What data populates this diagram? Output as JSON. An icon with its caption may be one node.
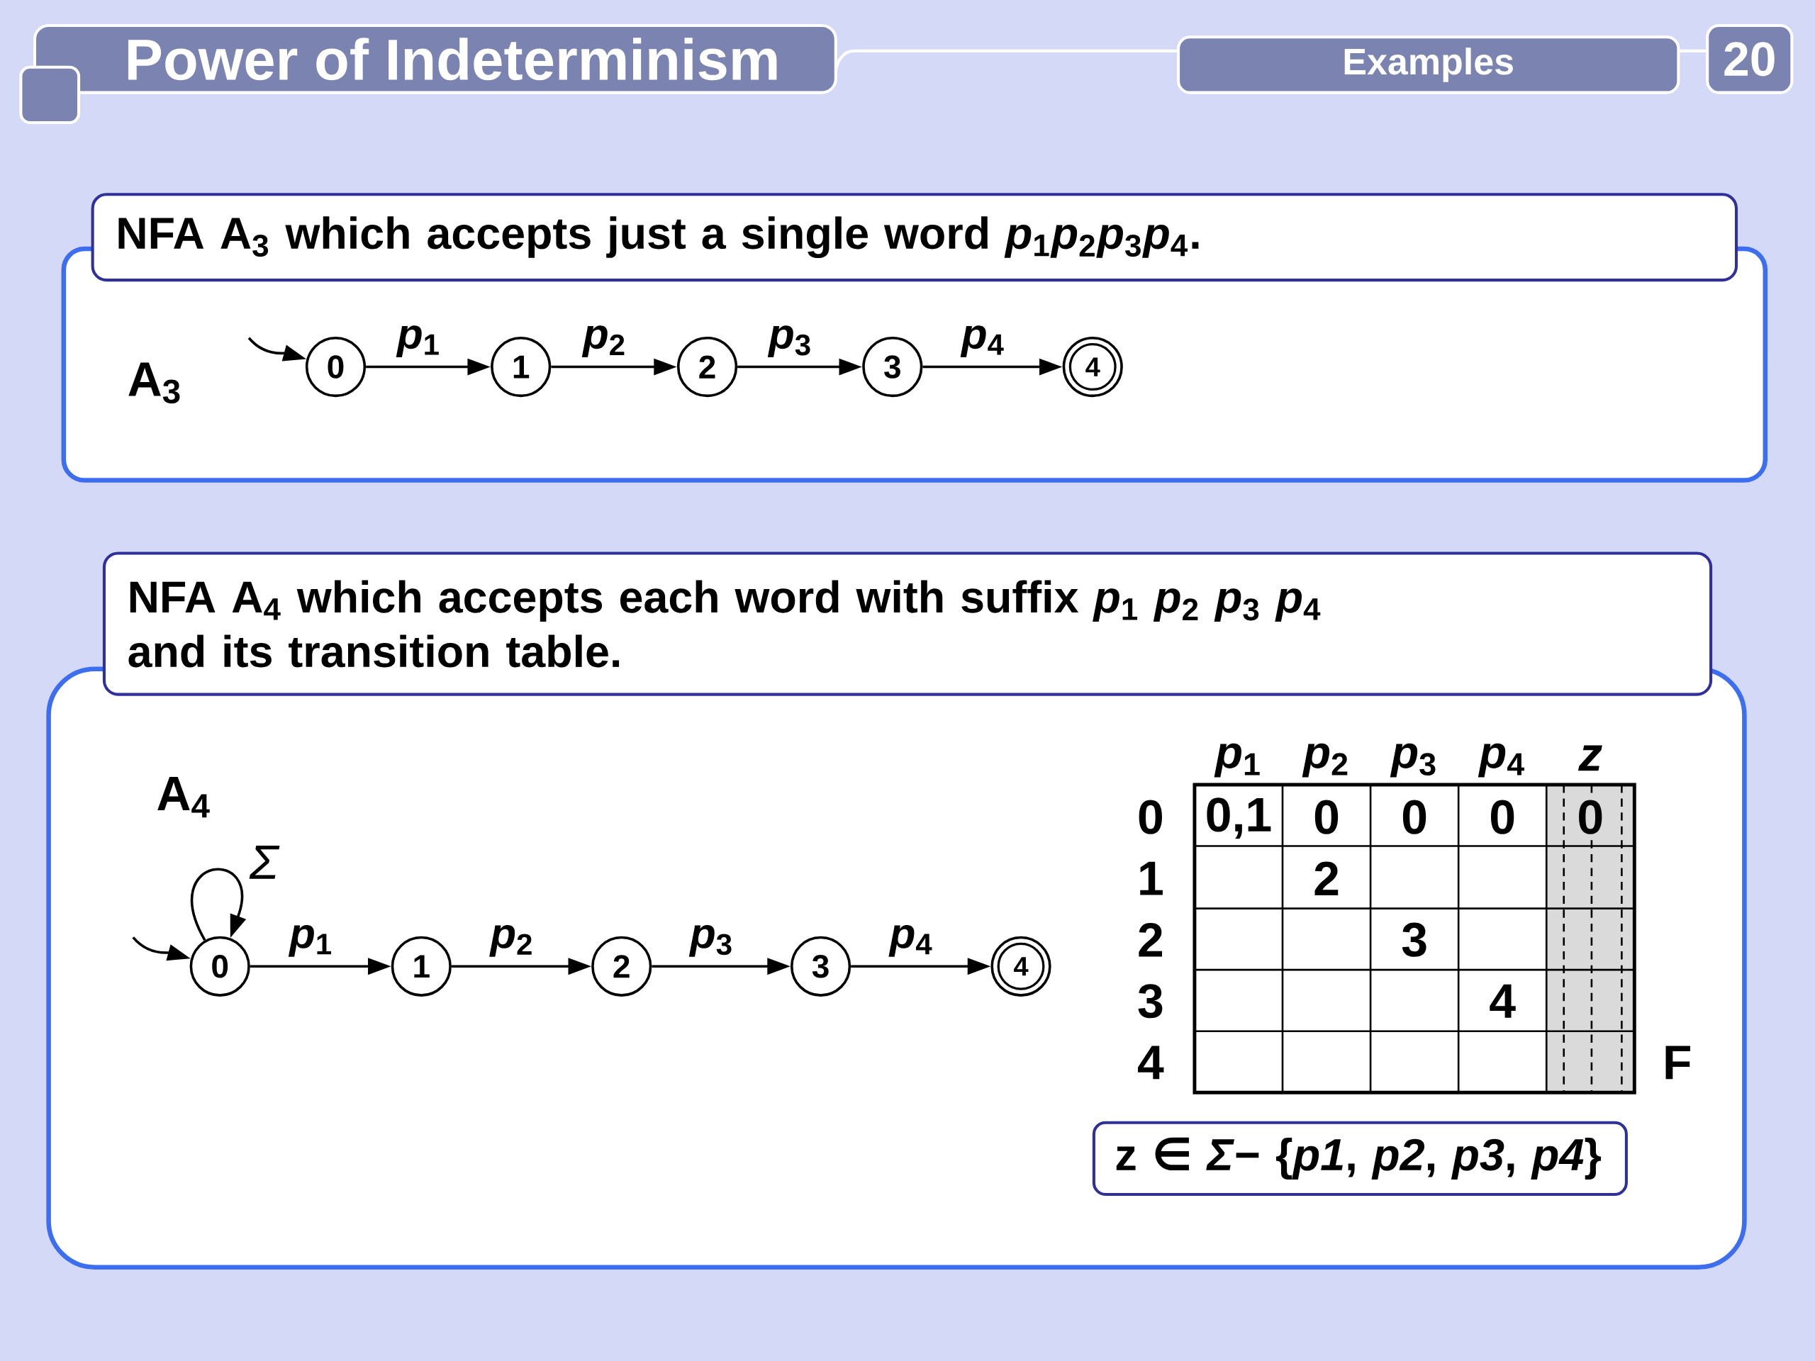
{
  "diagram": {
    "title": "Power of Indeterminism",
    "nodes": [
      {
        "text": [
          "Examples"
        ]
      },
      {
        "text": [
          "20"
        ]
      },
      {
        "text": [
          "NFA A$_{3}$ which accepts just a single word *p*$_{1}$*p*$_{2}$*p*$_{3}$*p*$_{4}$."
        ]
      },
      {
        "text": [
          "A$_{3}$"
        ]
      },
      {
        "text": [
          "0"
        ],
        "in": 3
      },
      {
        "text": [
          "1"
        ],
        "in": 3
      },
      {
        "text": [
          "2"
        ],
        "in": 3
      },
      {
        "text": [
          "3"
        ],
        "in": 3
      },
      {
        "text": [
          "4"
        ],
        "in": 3
      },
      {
        "text": [
          "NFA A$_{4}$ which accepts each word with suffix *p*$_{1}$ *p*$_{2}$ *p*$_{3}$ *p*$_{4}$ and its transition table."
        ]
      },
      {
        "text": [
          "A$_{4}$"
        ]
      },
      {
        "text": [
          "0"
        ],
        "in": 10
      },
      {
        "text": [
          "1"
        ],
        "in": 10
      },
      {
        "text": [
          "2"
        ],
        "in": 10
      },
      {
        "text": [
          "3"
        ],
        "in": 10
      },
      {
        "text": [
          "4"
        ],
        "in": 10
      },
      {
        "text": [
          "z ∈ *Σ*− {*p1*, *p2*, *p3*, *p4*}"
        ],
        "in": 10
      }
    ],
    "edges": [
      {
        "from": null,
        "to": 4,
        "arrow": "to"
      },
      {
        "from": 4,
        "to": 5,
        "label": "*p*$_{1}$",
        "arrow": "to"
      },
      {
        "from": 5,
        "to": 6,
        "label": "*p*$_{2}$",
        "arrow": "to"
      },
      {
        "from": 6,
        "to": 7,
        "label": "*p*$_{3}$",
        "arrow": "to"
      },
      {
        "from": 7,
        "to": 8,
        "label": "*p*$_{4}$",
        "arrow": "to"
      },
      {
        "from": null,
        "to": 11,
        "arrow": "to"
      },
      {
        "from": 11,
        "to": 11,
        "label": "Σ",
        "arrow": "to"
      },
      {
        "from": 11,
        "to": 12,
        "label": "*p*$_{1}$",
        "arrow": "to"
      },
      {
        "from": 12,
        "to": 13,
        "label": "*p*$_{2}$",
        "arrow": "to"
      },
      {
        "from": 13,
        "to": 14,
        "label": "*p*$_{3}$",
        "arrow": "to"
      },
      {
        "from": 14,
        "to": 15,
        "label": "*p*$_{4}$",
        "arrow": "to"
      }
    ],
    "labels": [
      "*p*$_{1}$",
      "*p*$_{2}$",
      "*p*$_{3}$",
      "*p*$_{4}$",
      "z",
      "0",
      "0,1",
      "0",
      "0",
      "0",
      "0",
      "1",
      "2",
      "2",
      "3",
      "3",
      "4",
      "4",
      "F"
    ]
  }
}
